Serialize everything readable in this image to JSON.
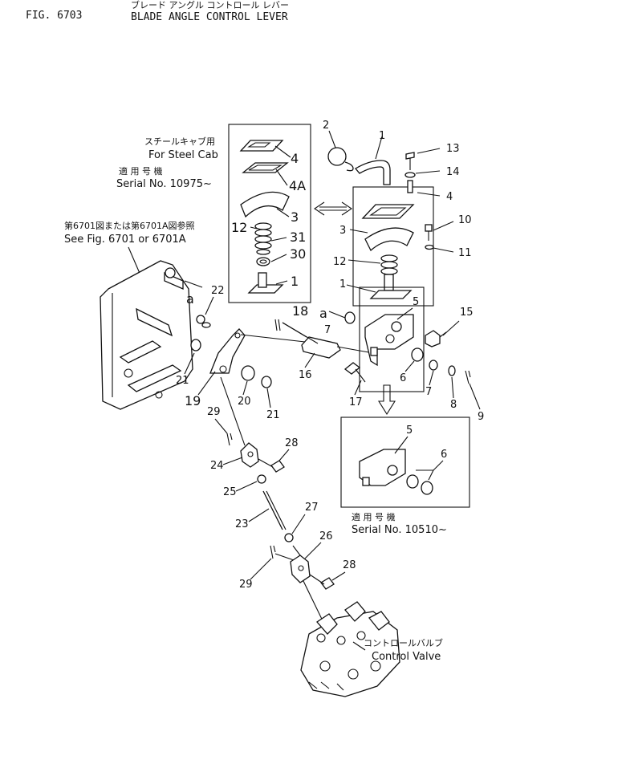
{
  "header": {
    "fig_no": "FIG. 6703",
    "title_jp": "ブレード アングル コントロール レバー",
    "title_en": "BLADE ANGLE CONTROL LEVER"
  },
  "notes": {
    "steel_cab_jp": "スチールキャブ用",
    "steel_cab_en": "For Steel Cab",
    "serial_jp_1": "適 用 号 機",
    "serial_en_1": "Serial No. 10975~",
    "see_fig_jp": "第6701図または第6701A図参照",
    "see_fig_en": "See Fig. 6701 or 6701A",
    "serial_jp_2": "適 用 号 機",
    "serial_en_2": "Serial No. 10510~",
    "control_valve_jp": "コントロールバルブ",
    "control_valve_en": "Control Valve"
  },
  "callouts": {
    "p1_top": "1",
    "p2": "2",
    "p13": "13",
    "p14": "14",
    "p4_right": "4",
    "p10": "10",
    "p3_right": "3",
    "p11": "11",
    "p12_right": "12",
    "p1_right": "1",
    "p4_left": "4",
    "p4a": "4A",
    "p3_left": "3",
    "p12_left": "12",
    "p31": "31",
    "p30": "30",
    "p1_left": "1",
    "a_left": "a",
    "a_right": "a",
    "p22": "22",
    "p18": "18",
    "p7_a": "7",
    "p5_top": "5",
    "p15": "15",
    "p21_a": "21",
    "p16": "16",
    "p6_a": "6",
    "p7_b": "7",
    "p8": "8",
    "p9": "9",
    "p19": "19",
    "p20": "20",
    "p21_b": "21",
    "p17": "17",
    "p29_a": "29",
    "p28_a": "28",
    "p24": "24",
    "p25": "25",
    "p5_box": "5",
    "p6_box": "6",
    "p23": "23",
    "p27": "27",
    "p26": "26",
    "p28_b": "28",
    "p29_b": "29"
  }
}
